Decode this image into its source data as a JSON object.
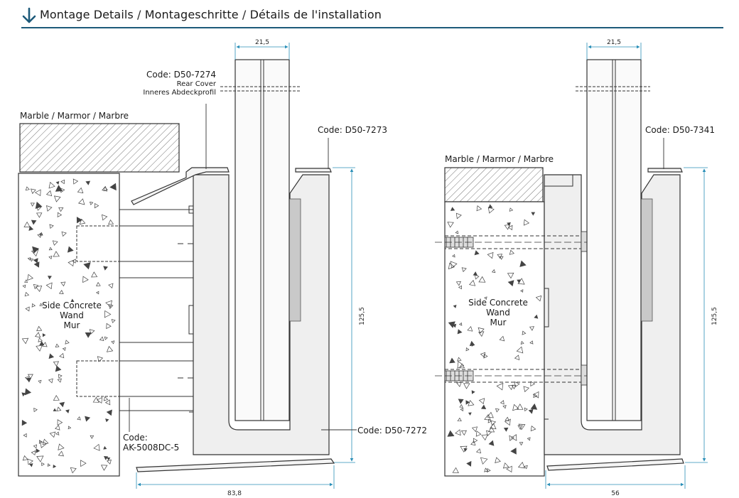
{
  "header": {
    "title_main": "Montage Details",
    "separator": " / ",
    "title_de": "Montageschritte",
    "title_fr": "Détails de l'installation",
    "arrow_icon": "arrow-down-icon",
    "accent_color": "#1d5a7a"
  },
  "left_detail": {
    "marble_label": "Marble / Marmor / Marbre",
    "wall_label": [
      "Side Concrete",
      "Wand",
      "Mur"
    ],
    "rear_cover": {
      "code": "Code: D50-7274",
      "name_en": "Rear Cover",
      "name_de": "Inneres Abdeckprofil"
    },
    "top_code": "Code: D50-7273",
    "base_code": "Code: D50-7272",
    "anchor_code": [
      "Code:",
      "AK-5008DC-5"
    ],
    "dim_glass": "21,5",
    "dim_height": "125,5",
    "dim_width": "83,8"
  },
  "right_detail": {
    "marble_label": "Marble / Marmor / Marbre",
    "wall_label": [
      "Side Concrete",
      "Wand",
      "Mur"
    ],
    "top_code": "Code: D50-7341",
    "dim_glass": "21,5",
    "dim_height": "125,5",
    "dim_width": "56"
  },
  "colors": {
    "dimension": "#2a8fb8",
    "profile_fill": "#efefef",
    "insert_gray": "#c9c9c9"
  }
}
